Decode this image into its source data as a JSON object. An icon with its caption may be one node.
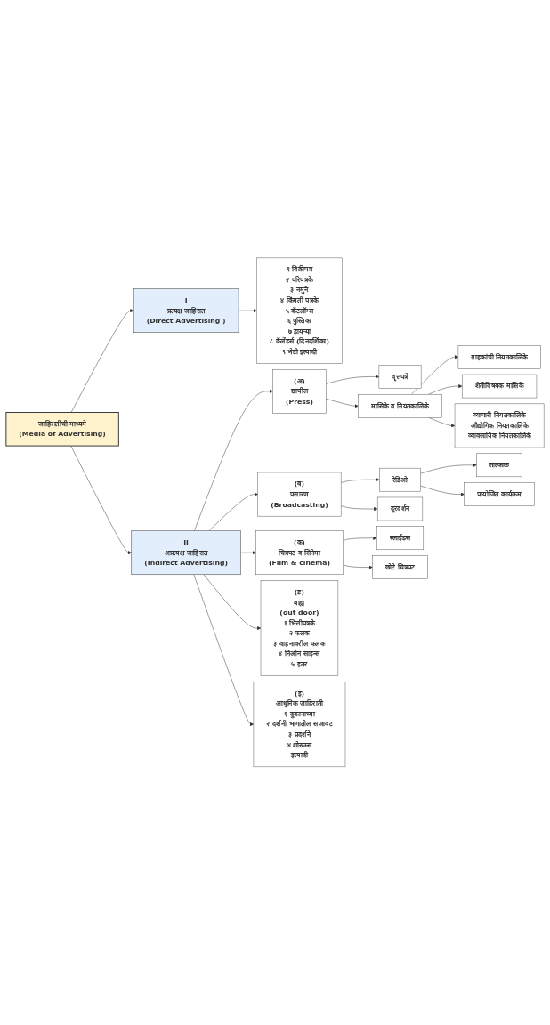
{
  "diagram": {
    "nodes": [
      {
        "text": [
          "जाहिरातीची माध्यमे",
          "(Media of Advertising)"
        ]
      },
      {
        "text": [
          "I",
          "प्रत्यक्ष जाहिरात",
          "(Direct Advertising )"
        ]
      },
      {
        "text": [
          "१ विक्रीपत्र",
          "२ परिपत्रके",
          "३ नमुने",
          "४ किंमती पत्रके",
          "५ कॅटलॉग्स",
          "६ पुस्तिका",
          "७ डायऱ्या",
          "८ कॅलेंडर्स (दिनदर्शिका)",
          "९ भेटी इत्यादी"
        ]
      },
      {
        "text": [
          "II",
          "अप्रत्यक्ष जाहिरात",
          "(Indirect Advertising)"
        ]
      },
      {
        "text": [
          "(अ)",
          "छापील",
          "(Press)"
        ]
      },
      {
        "text": [
          "(ब)",
          "प्रसारण",
          "(Broadcasting)"
        ]
      },
      {
        "text": [
          "(क)",
          "चित्रपट व सिनेमा",
          "(Film & cinema)"
        ]
      },
      {
        "text": [
          "(ड)",
          "बाह्य",
          "(out door)",
          "१ भित्तीपत्रके",
          "२ फलक",
          "३ वाहनावरील फलक",
          "४ निऑन साइन्स",
          "५ इतर"
        ]
      },
      {
        "text": [
          "(इ)",
          "आधुनिक जाहिराती",
          "१ दुकानाच्या",
          "२ दर्शनी भागातील सजावट",
          "३ प्रदर्शने",
          "४ शोरूम्स",
          "इत्यादी"
        ]
      },
      {
        "text": [
          "वृत्तपत्रे"
        ]
      },
      {
        "text": [
          "मासिके व नियतकालिके"
        ]
      },
      {
        "text": [
          "ग्राहकांची नियतकालिके"
        ]
      },
      {
        "text": [
          "शेतीविषयक मासिके"
        ]
      },
      {
        "text": [
          "व्यापारी नियतकालिके",
          "औद्योगिक नियतकालिके",
          "व्यावसायिक नियतकालिके"
        ]
      },
      {
        "text": [
          "रेडिओ"
        ]
      },
      {
        "text": [
          "दूरदर्शन"
        ]
      },
      {
        "text": [
          "तात्काळ"
        ]
      },
      {
        "text": [
          "प्रायोजित कार्यक्रम"
        ]
      },
      {
        "text": [
          "स्लाईडस"
        ]
      },
      {
        "text": [
          "छोटे चित्रपट"
        ]
      }
    ],
    "edges": [
      {
        "from": 0,
        "to": 1,
        "arrow": "to"
      },
      {
        "from": 0,
        "to": 3,
        "arrow": "to"
      },
      {
        "from": 1,
        "to": 2,
        "arrow": "to"
      },
      {
        "from": 3,
        "to": 4,
        "arrow": "to"
      },
      {
        "from": 3,
        "to": 5,
        "arrow": "to"
      },
      {
        "from": 3,
        "to": 6,
        "arrow": "to"
      },
      {
        "from": 3,
        "to": 7,
        "arrow": "to"
      },
      {
        "from": 3,
        "to": 8,
        "arrow": "to"
      },
      {
        "from": 4,
        "to": 9,
        "arrow": "to"
      },
      {
        "from": 4,
        "to": 10,
        "arrow": "to"
      },
      {
        "from": 10,
        "to": 11,
        "arrow": "to"
      },
      {
        "from": 10,
        "to": 12,
        "arrow": "to"
      },
      {
        "from": 10,
        "to": 13,
        "arrow": "to"
      },
      {
        "from": 5,
        "to": 14,
        "arrow": "to"
      },
      {
        "from": 5,
        "to": 15,
        "arrow": "to"
      },
      {
        "from": 14,
        "to": 16,
        "arrow": "to"
      },
      {
        "from": 14,
        "to": 17,
        "arrow": "to"
      },
      {
        "from": 6,
        "to": 18,
        "arrow": "to"
      },
      {
        "from": 6,
        "to": 19,
        "arrow": "to"
      }
    ]
  }
}
